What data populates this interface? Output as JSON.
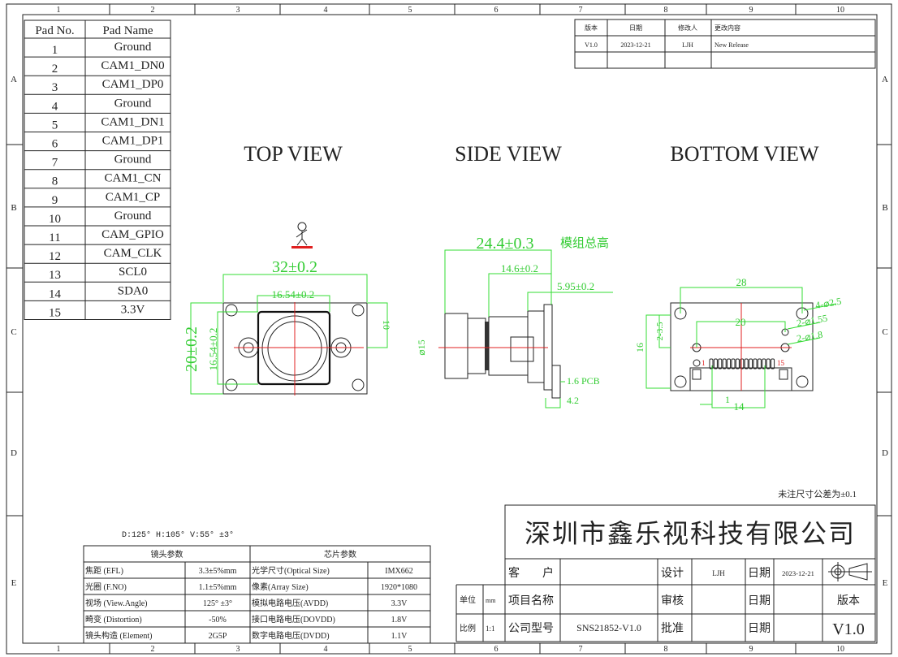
{
  "frame": {
    "columns": [
      "1",
      "2",
      "3",
      "4",
      "5",
      "6",
      "7",
      "8",
      "9",
      "10"
    ],
    "rows": [
      "A",
      "B",
      "C",
      "D",
      "E"
    ]
  },
  "pad_table": {
    "headers": [
      "Pad No.",
      "Pad Name"
    ],
    "rows": [
      [
        "1",
        "Ground"
      ],
      [
        "2",
        "CAM1_DN0"
      ],
      [
        "3",
        "CAM1_DP0"
      ],
      [
        "4",
        "Ground"
      ],
      [
        "5",
        "CAM1_DN1"
      ],
      [
        "6",
        "CAM1_DP1"
      ],
      [
        "7",
        "Ground"
      ],
      [
        "8",
        "CAM1_CN"
      ],
      [
        "9",
        "CAM1_CP"
      ],
      [
        "10",
        "Ground"
      ],
      [
        "11",
        "CAM_GPIO"
      ],
      [
        "12",
        "CAM_CLK"
      ],
      [
        "13",
        "SCL0"
      ],
      [
        "14",
        "SDA0"
      ],
      [
        "15",
        "3.3V"
      ]
    ]
  },
  "revision_table": {
    "headers": [
      "版本",
      "日期",
      "修改人",
      "更改内容"
    ],
    "rows": [
      [
        "V1.0",
        "2023-12-21",
        "LJH",
        "New Release"
      ],
      [
        "",
        "",
        "",
        ""
      ]
    ]
  },
  "views": {
    "top": "TOP VIEW",
    "side": "SIDE VIEW",
    "bottom": "BOTTOM VIEW"
  },
  "top_dims": {
    "width": "32±0.2",
    "lens_w": "16.54±0.2",
    "height": "20±0.2",
    "lens_h": "16.54±0.2",
    "offset": "10"
  },
  "side_dims": {
    "total": "24.4±0.3",
    "total_label": "模组总高",
    "d1": "14.6±0.2",
    "d2": "5.95±0.2",
    "lens_dia": "⌀15",
    "pcb": "1.6 PCB",
    "d3": "4.2"
  },
  "bottom_dims": {
    "width": "28",
    "holes4": "4-⌀2.5",
    "holes_155": "2-⌀1.55",
    "holes_18": "2-⌀1.8",
    "span20": "20",
    "h16": "16",
    "h35": "2-3.5",
    "pitch": "1",
    "conn": "14",
    "pin_first": "1",
    "pin_last": "15"
  },
  "fov": "D:125° H:105° V:55° ±3°",
  "lens_table": {
    "header_left": "镜头参数",
    "header_right": "芯片参数",
    "rows": [
      [
        "焦距 (EFL)",
        "3.3±5%mm",
        "光学尺寸(Optical Size)",
        "IMX662"
      ],
      [
        "光圈 (F.NO)",
        "1.1±5%mm",
        "像素(Array Size)",
        "1920*1080"
      ],
      [
        "视场 (View.Angle)",
        "125° ±3°",
        "模拟电路电压(AVDD)",
        "3.3V"
      ],
      [
        "畸变 (Distortion)",
        "-50%",
        "接口电路电压(DOVDD)",
        "1.8V"
      ],
      [
        "镜头构造 (Element)",
        "2G5P",
        "数字电路电压(DVDD)",
        "1.1V"
      ]
    ]
  },
  "tolerance_note": "未注尺寸公差为±0.1",
  "title_block": {
    "company": "深圳市鑫乐视科技有限公司",
    "customer_label": "客　　户",
    "customer": "",
    "design_label": "设计",
    "designer": "LJH",
    "date_label": "日期",
    "date": "2023-12-21",
    "unit_label": "单位",
    "unit": "mm",
    "project_label": "项目名称",
    "project": "",
    "review_label": "审核",
    "review": "",
    "version_label": "版本",
    "scale_label": "比例",
    "scale": "1:1",
    "model_label": "公司型号",
    "model": "SNS21852-V1.0",
    "approve_label": "批准",
    "approve": "",
    "version": "V1.0"
  }
}
